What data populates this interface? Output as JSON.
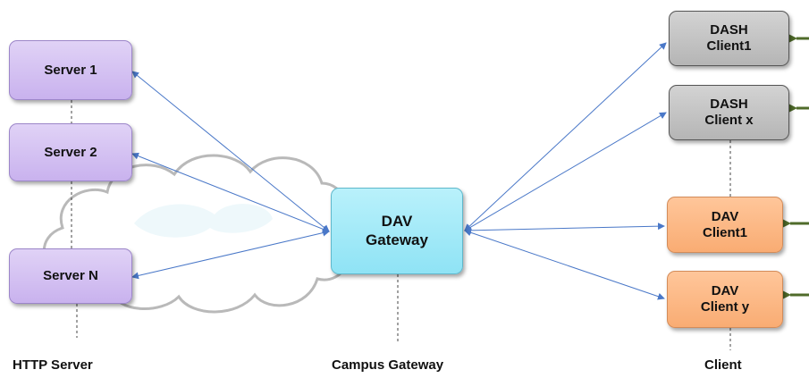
{
  "colors": {
    "link": "#4a78c8",
    "input_arrow": "#4f6b2a",
    "server_fill": "#cdb8ef",
    "gateway_fill": "#9fe8f7",
    "dash_fill": "#bdbdbd",
    "dav_fill": "#fbb47f"
  },
  "nodes": {
    "server1": "Server 1",
    "server2": "Server 2",
    "serverN": "Server N",
    "gateway": [
      "DAV",
      "Gateway"
    ],
    "dash_client1": [
      "DASH",
      "Client1"
    ],
    "dash_clientx": [
      "DASH",
      "Client x"
    ],
    "dav_client1": [
      "DAV",
      "Client1"
    ],
    "dav_clienty": [
      "DAV",
      "Client y"
    ]
  },
  "captions": {
    "http_server": "HTTP Server",
    "campus_gateway": "Campus Gateway",
    "client": "Client"
  }
}
